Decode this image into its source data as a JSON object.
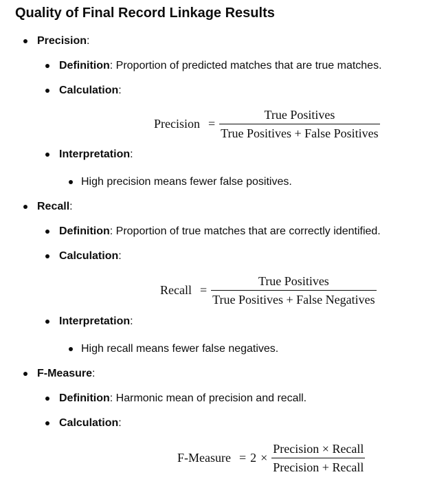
{
  "title": "Quality of Final Record Linkage Results",
  "precision": {
    "heading": "Precision",
    "definition_label": "Definition",
    "definition_text": ": Proportion of predicted matches that are true matches.",
    "calculation_label": "Calculation",
    "formula": {
      "lhs": "Precision",
      "equals": "=",
      "numerator": "True Positives",
      "denominator": "True Positives + False Positives"
    },
    "interpretation_label": "Interpretation",
    "interpretation_text": "High precision means fewer false positives."
  },
  "recall": {
    "heading": "Recall",
    "definition_label": "Definition",
    "definition_text": ": Proportion of true matches that are correctly identified.",
    "calculation_label": "Calculation",
    "formula": {
      "lhs": "Recall",
      "equals": "=",
      "numerator": "True Positives",
      "denominator": "True Positives + False Negatives"
    },
    "interpretation_label": "Interpretation",
    "interpretation_text": "High recall means fewer false negatives."
  },
  "fmeasure": {
    "heading": "F-Measure",
    "definition_label": "Definition",
    "definition_text": ": Harmonic mean of precision and recall.",
    "calculation_label": "Calculation",
    "formula": {
      "lhs": "F-Measure",
      "equals": "=",
      "coefficient": "2",
      "times": "×",
      "numerator": "Precision × Recall",
      "denominator": "Precision + Recall"
    }
  },
  "colon": ":"
}
